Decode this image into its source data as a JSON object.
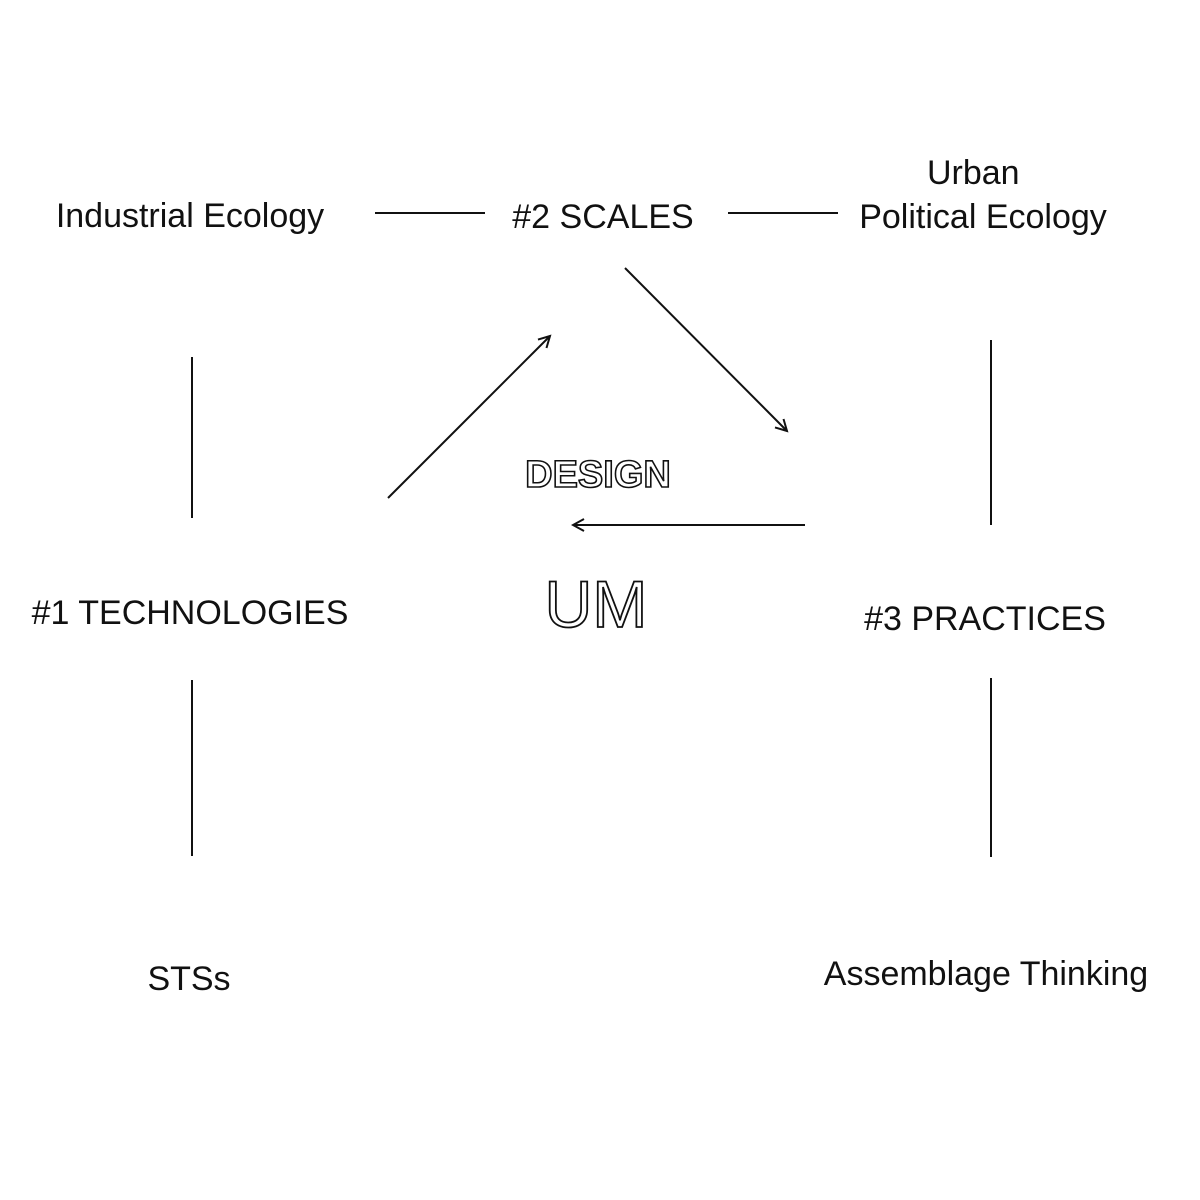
{
  "nodes": {
    "industrial_ecology": "Industrial Ecology",
    "scales": "#2 SCALES",
    "urban_political_ecology": [
      "Urban",
      "Political Ecology"
    ],
    "technologies": "#1 TECHNOLOGIES",
    "practices": "#3 PRACTICES",
    "stss": "STSs",
    "assemblage_thinking": "Assemblage Thinking"
  },
  "center": {
    "design": "DESIGN",
    "um": "UM"
  },
  "colors": {
    "ink": "#111111",
    "background": "#ffffff"
  }
}
